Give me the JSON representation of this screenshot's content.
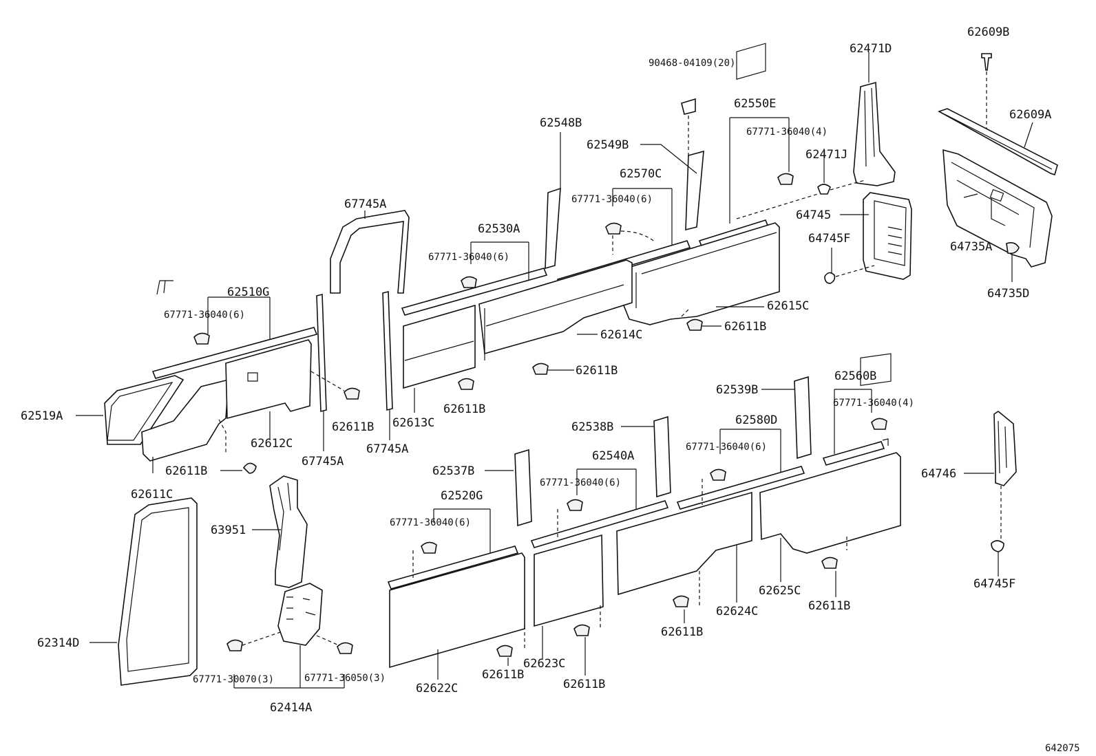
{
  "drawing_id": "642075",
  "labels": {
    "l62609B": "62609B",
    "l62471D": "62471D",
    "l90468": "90468-04109(20)",
    "l62550E": "62550E",
    "l62609A": "62609A",
    "l62548B": "62548B",
    "l67771_4a": "67771-36040(4)",
    "l62549B": "62549B",
    "l62471J": "62471J",
    "l62570C": "62570C",
    "l67771_6a": "67771-36040(6)",
    "l64745": "64745",
    "l67745A_top": "67745A",
    "l64745F_top": "64745F",
    "l64735A": "64735A",
    "l62530A": "62530A",
    "l67771_6b": "67771-36040(6)",
    "l64735D": "64735D",
    "l62510G": "62510G",
    "l67771_6c": "67771-36040(6)",
    "l62615C": "62615C",
    "l62611B_a": "62611B",
    "l62614C": "62614C",
    "l62611B_b": "62611B",
    "l62519A": "62519A",
    "l62611B_c": "62611B",
    "l62613C": "62613C",
    "l62611B_d": "62611B",
    "l67745A_mid": "67745A",
    "l62612C": "62612C",
    "l67745A_low": "67745A",
    "l62611B_e": "62611B",
    "l62611C": "62611C",
    "l62539B": "62539B",
    "l62560B": "62560B",
    "l67771_4b": "67771-36040(4)",
    "l62580D": "62580D",
    "l62538B": "62538B",
    "l67771_6d": "67771-36040(6)",
    "l62540A": "62540A",
    "l64746": "64746",
    "l62537B": "62537B",
    "l67771_6e": "67771-36040(6)",
    "l62520G": "62520G",
    "l67771_6f": "67771-36040(6)",
    "l63951": "63951",
    "l64745F_low": "64745F",
    "l62625C": "62625C",
    "l62611B_f": "62611B",
    "l62314D": "62314D",
    "l62624C": "62624C",
    "l62611B_g": "62611B",
    "l67771_30070": "67771-30070(3)",
    "l67771_36050": "67771-36050(3)",
    "l62623C": "62623C",
    "l62622C": "62622C",
    "l62611B_h": "62611B",
    "l62611B_i": "62611B",
    "l62414A": "62414A"
  }
}
